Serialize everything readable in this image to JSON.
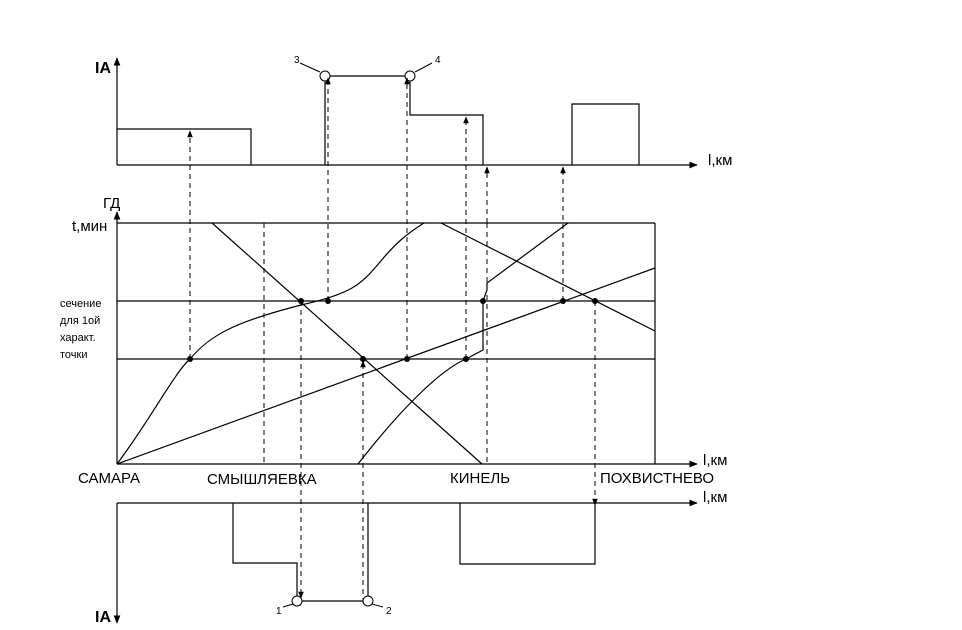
{
  "top_axis": {
    "y_label": "IA",
    "x_label": "l,км"
  },
  "middle_axis": {
    "title": "ГД",
    "y_label": "t,мин",
    "x_label": "l,км"
  },
  "bottom_axis": {
    "y_label": "IA",
    "x_label": "l,км"
  },
  "section_label": [
    "сечение",
    "для 1ой",
    "характ.",
    "точки"
  ],
  "stations": [
    "САМАРА",
    "СМЫШЛЯЕВКА",
    "КИНЕЛЬ",
    "ПОХВИСТНЕВО"
  ],
  "point_labels": [
    "1",
    "2",
    "3",
    "4"
  ]
}
